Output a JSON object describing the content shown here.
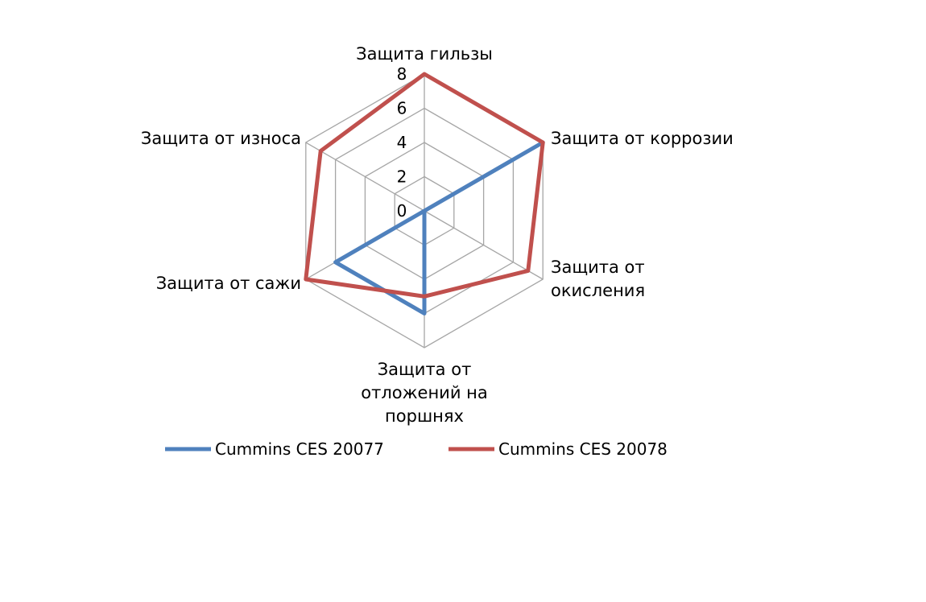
{
  "chart_data": {
    "type": "radar",
    "title": "",
    "axes": [
      "Защита гильзы",
      "Защита от коррозии",
      "Защита от окисления",
      "Защита от отложений на поршнях",
      "Защита от сажи",
      "Защита от износа"
    ],
    "axis_label_lines": [
      [
        "Защита гильзы"
      ],
      [
        "Защита от коррозии"
      ],
      [
        "Защита от",
        "окисления"
      ],
      [
        "Защита от",
        "отложений на",
        "поршнях"
      ],
      [
        "Защита от сажи"
      ],
      [
        "Защита от износа"
      ]
    ],
    "rlim": [
      0,
      8
    ],
    "ticks": [
      0,
      2,
      4,
      6,
      8
    ],
    "tick_labels": [
      "0",
      "2",
      "4",
      "6",
      "8"
    ],
    "grid": true,
    "legend_position": "bottom",
    "series": [
      {
        "name": "Cummins CES 20077",
        "color": "#4F81BD",
        "values": [
          0,
          8,
          0,
          6,
          6,
          0
        ]
      },
      {
        "name": "Cummins CES 20078",
        "color": "#C0504D",
        "values": [
          8,
          8,
          7,
          5,
          8,
          7
        ]
      }
    ]
  }
}
